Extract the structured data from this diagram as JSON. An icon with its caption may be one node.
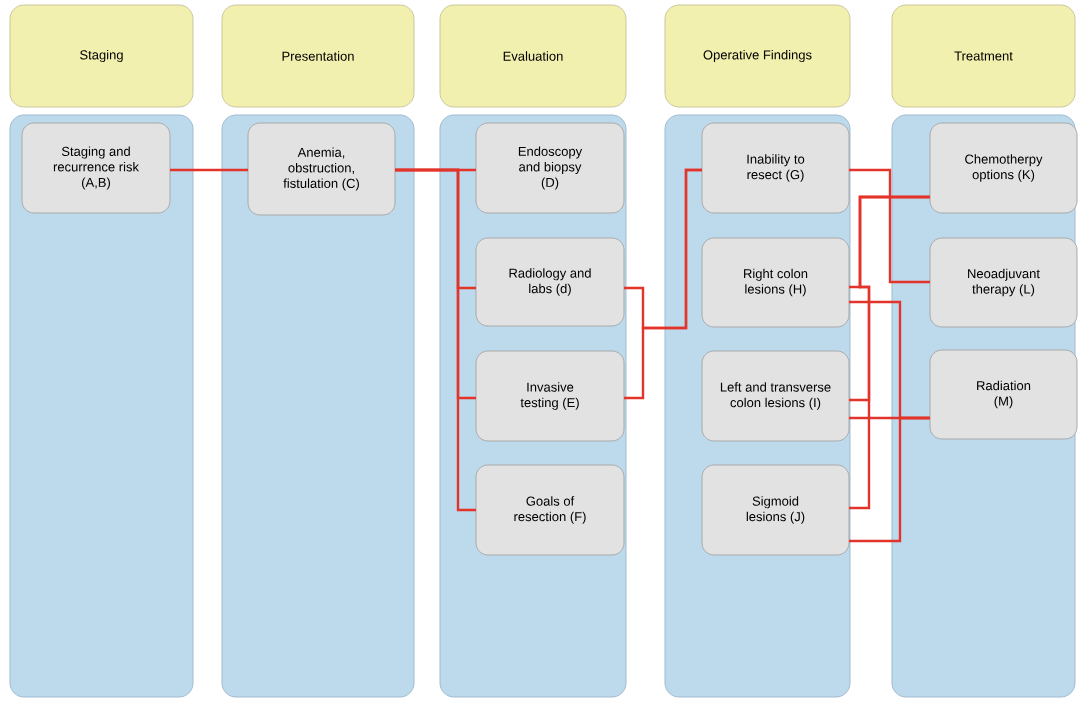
{
  "diagram": {
    "nodes": [
      {
        "text": [
          "Staging"
        ]
      },
      {
        "text": [
          "Presentation"
        ]
      },
      {
        "text": [
          "Evaluation"
        ]
      },
      {
        "text": [
          "Operative Findings"
        ]
      },
      {
        "text": [
          "Treatment"
        ]
      },
      {
        "text": [],
        "shape": "box"
      },
      {
        "text": [
          "Staging and recurrence risk (A,B)"
        ],
        "in": 5
      },
      {
        "text": [],
        "shape": "box"
      },
      {
        "text": [
          "Anemia, obstruction, fistulation (C)"
        ],
        "in": 7
      },
      {
        "text": [],
        "shape": "box"
      },
      {
        "text": [
          "Endoscopy and biopsy (D)"
        ],
        "in": 9
      },
      {
        "text": [
          "Radiology and labs (d)"
        ],
        "in": 9
      },
      {
        "text": [
          "Invasive testing (E)"
        ],
        "in": 9
      },
      {
        "text": [
          "Goals of resection (F)"
        ],
        "in": 9
      },
      {
        "text": [],
        "shape": "box"
      },
      {
        "text": [
          "Inability to resect (G)"
        ],
        "in": 14
      },
      {
        "text": [
          "Right colon lesions (H)"
        ],
        "in": 14
      },
      {
        "text": [
          "Left and transverse colon lesions (I)"
        ],
        "in": 14
      },
      {
        "text": [
          "Sigmoid lesions (J)"
        ],
        "in": 14
      },
      {
        "text": [],
        "shape": "box"
      },
      {
        "text": [
          "Chemotherpy options (K)"
        ],
        "in": 19
      },
      {
        "text": [
          "Neoadjuvant therapy (L)"
        ],
        "in": 19
      },
      {
        "text": [
          "Radiation (M)"
        ],
        "in": 19
      }
    ],
    "edges": [
      {
        "from": 6,
        "to": 8,
        "arrow": "none"
      },
      {
        "from": 8,
        "to": 10,
        "arrow": "none"
      },
      {
        "from": 8,
        "to": 11,
        "arrow": "none"
      },
      {
        "from": 8,
        "to": 12,
        "arrow": "none"
      },
      {
        "from": 8,
        "to": 13,
        "arrow": "none"
      },
      {
        "from": 11,
        "to": 15,
        "arrow": "none"
      },
      {
        "from": 12,
        "to": 15,
        "arrow": "none"
      },
      {
        "from": 15,
        "to": 21,
        "arrow": "none"
      },
      {
        "from": 16,
        "to": 20,
        "arrow": "none"
      },
      {
        "from": 17,
        "to": 20,
        "arrow": "none"
      },
      {
        "from": 18,
        "to": 20,
        "arrow": "none"
      },
      {
        "from": 16,
        "to": 22,
        "arrow": "none"
      },
      {
        "from": 17,
        "to": 22,
        "arrow": "none"
      },
      {
        "from": 18,
        "to": 22,
        "arrow": "none"
      }
    ]
  }
}
